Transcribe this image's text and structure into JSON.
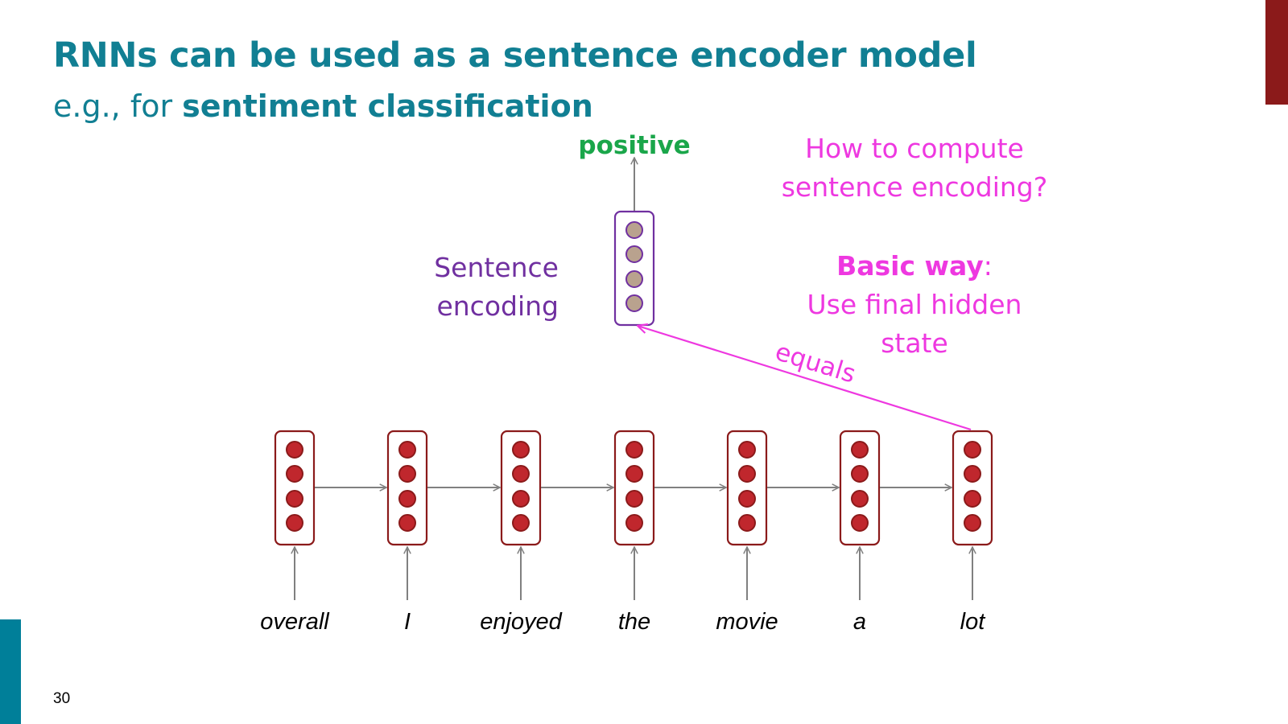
{
  "slide": {
    "title": "RNNs can be used as a sentence encoder model",
    "subtitle_prefix": "e.g., for ",
    "subtitle_bold": "sentiment classification",
    "page_number": "30"
  },
  "diagram": {
    "output_label": "positive",
    "encoding_label_line1": "Sentence",
    "encoding_label_line2": "encoding",
    "question_line1": "How to compute",
    "question_line2": "sentence encoding?",
    "basic_way_bold": "Basic way",
    "basic_way_colon": ":",
    "basic_way_line2": "Use final hidden",
    "basic_way_line3": "state",
    "equals_label": "equals",
    "words": [
      "overall",
      "I",
      "enjoyed",
      "the",
      "movie",
      "a",
      "lot"
    ]
  },
  "colors": {
    "title": "#117f93",
    "positive": "#1aa64a",
    "encoding": "#7030a0",
    "annotation": "#ee38e0",
    "hidden_cell": "#c0272d",
    "hidden_border": "#8b1a1a",
    "encoding_cell": "#b9a28e",
    "arrow": "#808080"
  }
}
